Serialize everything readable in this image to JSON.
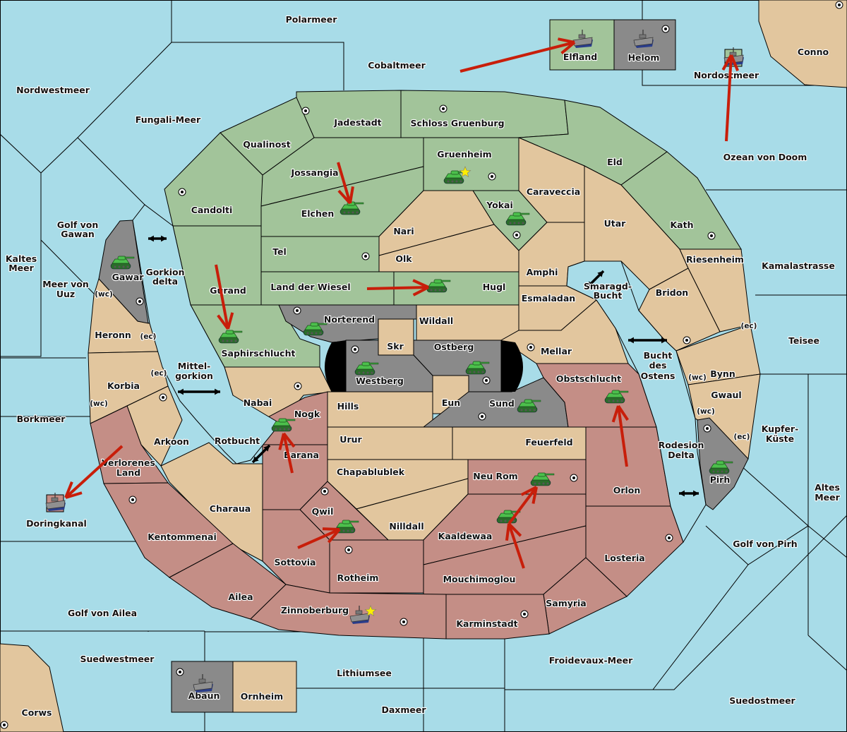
{
  "colors": {
    "sea": "#a8dce8",
    "neutral": "#e2c69e",
    "green_power": "#a2c49a",
    "red_power": "#c48e86",
    "grey_power": "#8a8a8a",
    "border": "#000000",
    "order_arrow": "#c81e0a",
    "home_star": "#ffee00"
  },
  "powers": [
    {
      "id": "green",
      "unit_color": "#3aa33a"
    },
    {
      "id": "red",
      "unit_color": "#c48e86"
    },
    {
      "id": "grey",
      "unit_color": "#8a8a8a"
    }
  ],
  "seas": [
    {
      "id": "polarmeer",
      "name": "Polarmeer"
    },
    {
      "id": "cobaltmeer",
      "name": "Cobaltmeer"
    },
    {
      "id": "nordwestmeer",
      "name": "Nordwestmeer"
    },
    {
      "id": "fungali",
      "name": "Fungali-Meer"
    },
    {
      "id": "nordostmeer",
      "name": "Nordostmeer"
    },
    {
      "id": "ozean-von-doom",
      "name": "Ozean von Doom"
    },
    {
      "id": "golf-von-gawan",
      "name": "Golf von Gawan"
    },
    {
      "id": "kaltes-meer",
      "name": "Kaltes Meer"
    },
    {
      "id": "meer-von-uuz",
      "name": "Meer von Uuz"
    },
    {
      "id": "gorkion-delta",
      "name": "Gorkion delta"
    },
    {
      "id": "mittelgorkion",
      "name": "Mittel-gorkion"
    },
    {
      "id": "borkmeer",
      "name": "Borkmeer"
    },
    {
      "id": "rotbucht",
      "name": "Rotbucht"
    },
    {
      "id": "doringkanal",
      "name": "Doringkanal"
    },
    {
      "id": "golf-von-ailea",
      "name": "Golf von Ailea"
    },
    {
      "id": "suedwestmeer",
      "name": "Suedwestmeer"
    },
    {
      "id": "lithiumsee",
      "name": "Lithiumsee"
    },
    {
      "id": "daxmeer",
      "name": "Daxmeer"
    },
    {
      "id": "froidevaux",
      "name": "Froidevaux-Meer"
    },
    {
      "id": "suedostmeer",
      "name": "Suedostmeer"
    },
    {
      "id": "golf-von-pirh",
      "name": "Golf von Pirh"
    },
    {
      "id": "altes-meer",
      "name": "Altes Meer"
    },
    {
      "id": "kupfer-kueste",
      "name": "Kupfer-Küste"
    },
    {
      "id": "teisee",
      "name": "Teisee"
    },
    {
      "id": "kamalastrasse",
      "name": "Kamalastrasse"
    },
    {
      "id": "smaragd-bucht",
      "name": "Smaragd-Bucht"
    },
    {
      "id": "bucht-des-ostens",
      "name": "Bucht des Ostens"
    },
    {
      "id": "rodesion-delta",
      "name": "Rodesion Delta"
    }
  ],
  "lands": [
    {
      "id": "jadestadt",
      "name": "Jadestadt",
      "owner": "green",
      "sc": true
    },
    {
      "id": "schloss-gruenburg",
      "name": "Schloss Gruenburg",
      "owner": "green",
      "sc": true
    },
    {
      "id": "qualinost",
      "name": "Qualinost",
      "owner": "green",
      "sc": false
    },
    {
      "id": "candolti",
      "name": "Candolti",
      "owner": "green",
      "sc": true
    },
    {
      "id": "jossangia",
      "name": "Jossangia",
      "owner": "green",
      "sc": false
    },
    {
      "id": "elchen",
      "name": "Elchen",
      "owner": "green",
      "sc": false
    },
    {
      "id": "gruenheim",
      "name": "Gruenheim",
      "owner": "green",
      "sc": true,
      "home": true
    },
    {
      "id": "eld",
      "name": "Eld",
      "owner": "green",
      "sc": false
    },
    {
      "id": "kath",
      "name": "Kath",
      "owner": "green",
      "sc": true
    },
    {
      "id": "yokai",
      "name": "Yokai",
      "owner": "green",
      "sc": true
    },
    {
      "id": "tel",
      "name": "Tel",
      "owner": "green",
      "sc": true
    },
    {
      "id": "gurand",
      "name": "Gurand",
      "owner": "green",
      "sc": false
    },
    {
      "id": "land-der-wiesel",
      "name": "Land der Wiesel",
      "owner": "green",
      "sc": false
    },
    {
      "id": "hugl",
      "name": "Hugl",
      "owner": "green",
      "sc": false
    },
    {
      "id": "saphirschlucht",
      "name": "Saphirschlucht",
      "owner": "green",
      "sc": false
    },
    {
      "id": "elfland",
      "name": "Elfland",
      "owner": "green",
      "sc": false
    },
    {
      "id": "caraveccia",
      "name": "Caraveccia",
      "owner": null,
      "sc": false
    },
    {
      "id": "nari",
      "name": "Nari",
      "owner": null,
      "sc": false
    },
    {
      "id": "olk",
      "name": "Olk",
      "owner": null,
      "sc": false
    },
    {
      "id": "utar",
      "name": "Utar",
      "owner": null,
      "sc": false
    },
    {
      "id": "amphi",
      "name": "Amphi",
      "owner": null,
      "sc": false
    },
    {
      "id": "esmaladan",
      "name": "Esmaladan",
      "owner": null,
      "sc": false
    },
    {
      "id": "riesenheim",
      "name": "Riesenheim",
      "owner": null,
      "sc": false
    },
    {
      "id": "bridon",
      "name": "Bridon",
      "owner": null,
      "sc": true
    },
    {
      "id": "bynn",
      "name": "Bynn",
      "owner": null,
      "sc": false,
      "coasts": [
        "(ec)",
        "(wc)"
      ]
    },
    {
      "id": "gwaul",
      "name": "Gwaul",
      "owner": null,
      "sc": false,
      "coasts": [
        "(wc)",
        "(ec)"
      ]
    },
    {
      "id": "wildall",
      "name": "Wildall",
      "owner": null,
      "sc": false
    },
    {
      "id": "mellar",
      "name": "Mellar",
      "owner": null,
      "sc": true
    },
    {
      "id": "skr",
      "name": "Skr",
      "owner": null,
      "sc": false
    },
    {
      "id": "eun",
      "name": "Eun",
      "owner": null,
      "sc": false
    },
    {
      "id": "nabai",
      "name": "Nabai",
      "owner": null,
      "sc": true
    },
    {
      "id": "hills",
      "name": "Hills",
      "owner": null,
      "sc": false
    },
    {
      "id": "urur",
      "name": "Urur",
      "owner": null,
      "sc": false
    },
    {
      "id": "feuerfeld",
      "name": "Feuerfeld",
      "owner": null,
      "sc": false
    },
    {
      "id": "chapablublek",
      "name": "Chapablublek",
      "owner": null,
      "sc": false
    },
    {
      "id": "nilldall",
      "name": "Nilldall",
      "owner": null,
      "sc": false
    },
    {
      "id": "heronn",
      "name": "Heronn",
      "owner": null,
      "sc": false,
      "coasts": [
        "(wc)",
        "(ec)"
      ]
    },
    {
      "id": "korbia",
      "name": "Korbia",
      "owner": null,
      "sc": false,
      "coasts": [
        "(ec)",
        "(wc)"
      ]
    },
    {
      "id": "arkoon",
      "name": "Arkoon",
      "owner": null,
      "sc": true
    },
    {
      "id": "charaua",
      "name": "Charaua",
      "owner": null,
      "sc": false
    },
    {
      "id": "conno",
      "name": "Conno",
      "owner": null,
      "sc": true
    },
    {
      "id": "corws",
      "name": "Corws",
      "owner": null,
      "sc": true
    },
    {
      "id": "ornheim",
      "name": "Ornheim",
      "owner": null,
      "sc": false
    },
    {
      "id": "norterend",
      "name": "Norterend",
      "owner": "grey",
      "sc": true
    },
    {
      "id": "westberg",
      "name": "Westberg",
      "owner": "grey",
      "sc": true
    },
    {
      "id": "ostberg",
      "name": "Ostberg",
      "owner": "grey",
      "sc": true
    },
    {
      "id": "sund",
      "name": "Sund",
      "owner": "grey",
      "sc": true
    },
    {
      "id": "gawar",
      "name": "Gawar",
      "owner": "grey",
      "sc": true
    },
    {
      "id": "pirh",
      "name": "Pirh",
      "owner": "grey",
      "sc": true
    },
    {
      "id": "helom",
      "name": "Helom",
      "owner": "grey",
      "sc": true
    },
    {
      "id": "abaun",
      "name": "Abaun",
      "owner": "grey",
      "sc": true
    },
    {
      "id": "obstschlucht",
      "name": "Obstschlucht",
      "owner": "red",
      "sc": false
    },
    {
      "id": "nogk",
      "name": "Nogk",
      "owner": "red",
      "sc": false
    },
    {
      "id": "barana",
      "name": "Barana",
      "owner": "red",
      "sc": false
    },
    {
      "id": "verlorenes-land",
      "name": "Verlorenes Land",
      "owner": "red",
      "sc": false
    },
    {
      "id": "kentommenai",
      "name": "Kentommenai",
      "owner": "red",
      "sc": true
    },
    {
      "id": "neu-rom",
      "name": "Neu Rom",
      "owner": "red",
      "sc": true
    },
    {
      "id": "orlon",
      "name": "Orlon",
      "owner": "red",
      "sc": false
    },
    {
      "id": "qwil",
      "name": "Qwil",
      "owner": "red",
      "sc": true
    },
    {
      "id": "kaaldewaa",
      "name": "Kaaldewaa",
      "owner": "red",
      "sc": false
    },
    {
      "id": "losteria",
      "name": "Losteria",
      "owner": "red",
      "sc": true
    },
    {
      "id": "sottovia",
      "name": "Sottovia",
      "owner": "red",
      "sc": false
    },
    {
      "id": "rotheim",
      "name": "Rotheim",
      "owner": "red",
      "sc": true
    },
    {
      "id": "mouchimoglou",
      "name": "Mouchimoglou",
      "owner": "red",
      "sc": false
    },
    {
      "id": "ailea",
      "name": "Ailea",
      "owner": "red",
      "sc": false
    },
    {
      "id": "samyria",
      "name": "Samyria",
      "owner": "red",
      "sc": false
    },
    {
      "id": "zinnoberburg",
      "name": "Zinnoberburg",
      "owner": "red",
      "sc": true,
      "home": true
    },
    {
      "id": "karminstadt",
      "name": "Karminstadt",
      "owner": "red",
      "sc": true
    }
  ],
  "units": [
    {
      "type": "army",
      "power": "green",
      "at": "gruenheim"
    },
    {
      "type": "army",
      "power": "green",
      "at": "elchen"
    },
    {
      "type": "army",
      "power": "green",
      "at": "yokai"
    },
    {
      "type": "army",
      "power": "green",
      "at": "gawar"
    },
    {
      "type": "army",
      "power": "green",
      "at": "hugl"
    },
    {
      "type": "army",
      "power": "green",
      "at": "saphirschlucht"
    },
    {
      "type": "army",
      "power": "green",
      "at": "norterend"
    },
    {
      "type": "army",
      "power": "green",
      "at": "westberg"
    },
    {
      "type": "army",
      "power": "green",
      "at": "ostberg"
    },
    {
      "type": "army",
      "power": "green",
      "at": "sund"
    },
    {
      "type": "army",
      "power": "green",
      "at": "obstschlucht"
    },
    {
      "type": "army",
      "power": "green",
      "at": "nogk"
    },
    {
      "type": "army",
      "power": "green",
      "at": "pirh"
    },
    {
      "type": "army",
      "power": "green",
      "at": "neu-rom"
    },
    {
      "type": "army",
      "power": "green",
      "at": "kaaldewaa"
    },
    {
      "type": "army",
      "power": "green",
      "at": "qwil"
    },
    {
      "type": "fleet",
      "power": "green",
      "at": "elfland"
    },
    {
      "type": "fleet",
      "power": "grey",
      "at": "helom"
    },
    {
      "type": "fleet",
      "power": "green",
      "at": "nordostmeer"
    },
    {
      "type": "fleet",
      "power": "red",
      "at": "doringkanal"
    },
    {
      "type": "fleet",
      "power": "red",
      "at": "zinnoberburg"
    },
    {
      "type": "fleet",
      "power": "grey",
      "at": "abaun"
    }
  ],
  "orders": [
    {
      "from": "cobaltmeer",
      "to": "elfland"
    },
    {
      "from": "ozean-von-doom",
      "to": "nordostmeer"
    },
    {
      "from": "jossangia",
      "to": "elchen"
    },
    {
      "from": "land-der-wiesel",
      "to": "hugl"
    },
    {
      "from": "gurand",
      "to": "saphirschlucht"
    },
    {
      "from": "verlorenes-land",
      "to": "doringkanal"
    },
    {
      "from": "barana",
      "to": "nogk"
    },
    {
      "from": "sottovia",
      "to": "qwil"
    },
    {
      "from": "mouchimoglou",
      "to": "kaaldewaa"
    },
    {
      "from": "kaaldewaa",
      "to": "neu-rom"
    },
    {
      "from": "orlon",
      "to": "obstschlucht"
    }
  ],
  "home_markers": [
    "gruenheim",
    "zinnoberburg"
  ]
}
